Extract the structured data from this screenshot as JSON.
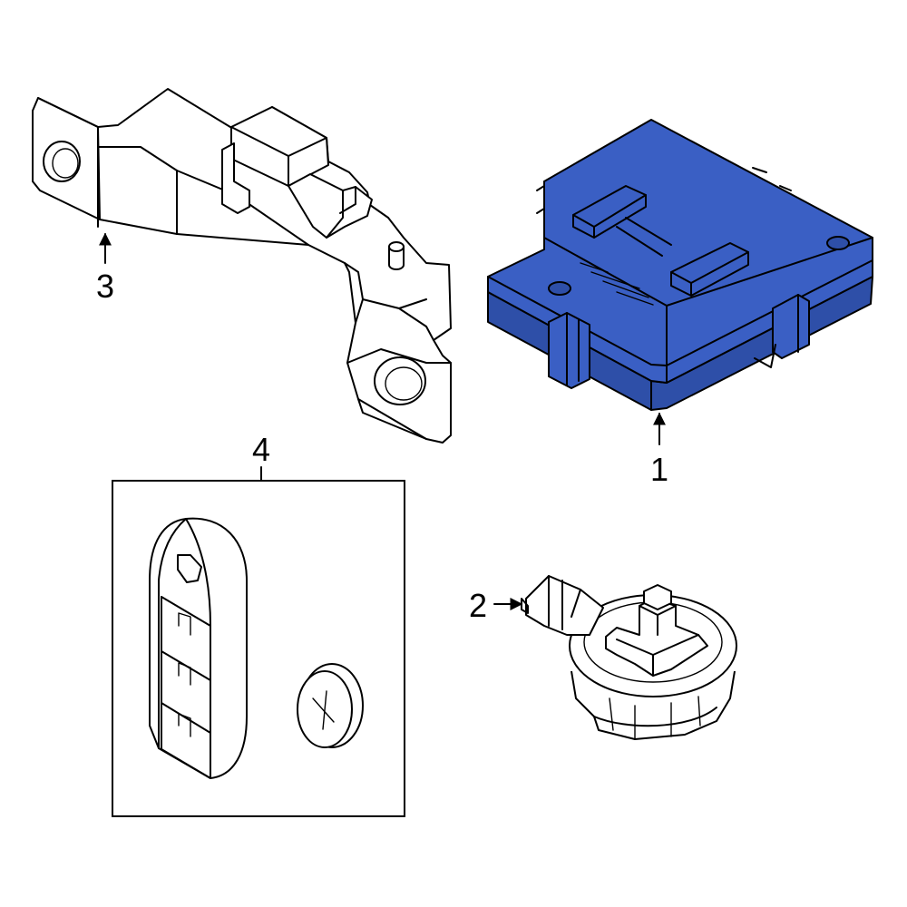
{
  "colors": {
    "highlight": "#3A5FC4",
    "highlight_dark": "#2E4FA8",
    "line": "#000000",
    "background": "#FFFFFF"
  },
  "callouts": [
    {
      "number": "1"
    },
    {
      "number": "2"
    },
    {
      "number": "3"
    },
    {
      "number": "4"
    }
  ]
}
